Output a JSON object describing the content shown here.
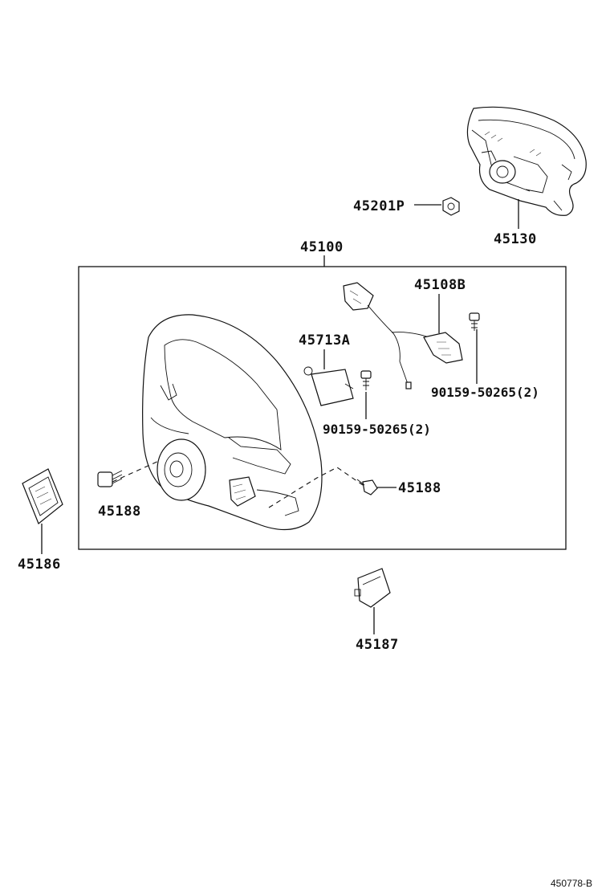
{
  "labels": {
    "p45201p": "45201P",
    "p45130": "45130",
    "p45100": "45100",
    "p45108b": "45108B",
    "p45713a": "45713A",
    "p90159_a": "90159-50265(2)",
    "p90159_b": "90159-50265(2)",
    "p45188_left": "45188",
    "p45188_right": "45188",
    "p45186": "45186",
    "p45187": "45187"
  },
  "reference": "450778-B"
}
